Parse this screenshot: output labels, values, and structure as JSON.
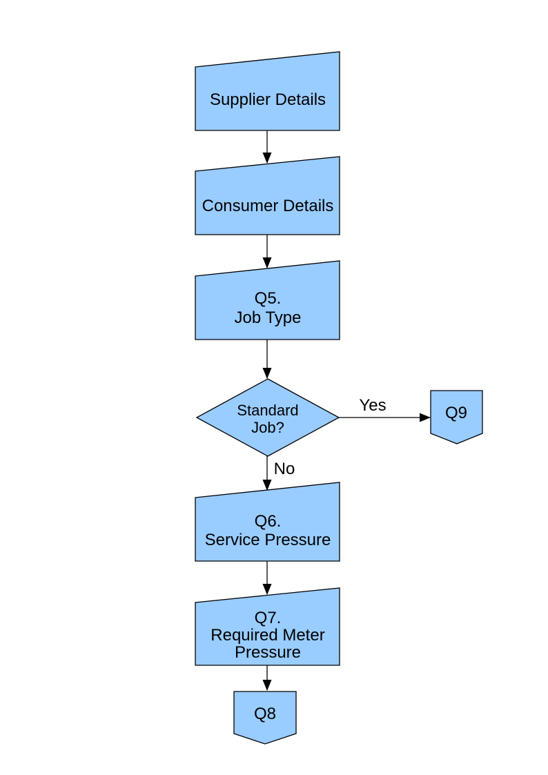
{
  "page": {
    "background": "#FFFFFF"
  },
  "diagram": {
    "colors": {
      "shape_fill": "#99CCFF",
      "shape_stroke": "#000000",
      "connector": "#000000",
      "text": "#000000"
    },
    "nodes": {
      "supplier_details": {
        "shape": "manual-input-box",
        "lines": [
          "Supplier Details"
        ]
      },
      "consumer_details": {
        "shape": "manual-input-box",
        "lines": [
          "Consumer Details"
        ]
      },
      "q5_job_type": {
        "shape": "manual-input-box",
        "lines": [
          "Q5.",
          "Job Type"
        ]
      },
      "standard_job": {
        "shape": "decision-diamond",
        "lines": [
          "Standard",
          "Job?"
        ]
      },
      "q9": {
        "shape": "off-page-connector",
        "lines": [
          "Q9"
        ]
      },
      "q6_service_pressure": {
        "shape": "manual-input-box",
        "lines": [
          "Q6.",
          "Service Pressure"
        ]
      },
      "q7_required_meter_pressure": {
        "shape": "manual-input-box",
        "lines": [
          "Q7.",
          "Required Meter",
          "Pressure"
        ]
      },
      "q8": {
        "shape": "off-page-connector",
        "lines": [
          "Q8"
        ]
      }
    },
    "edge_labels": {
      "yes": "Yes",
      "no": "No"
    }
  }
}
